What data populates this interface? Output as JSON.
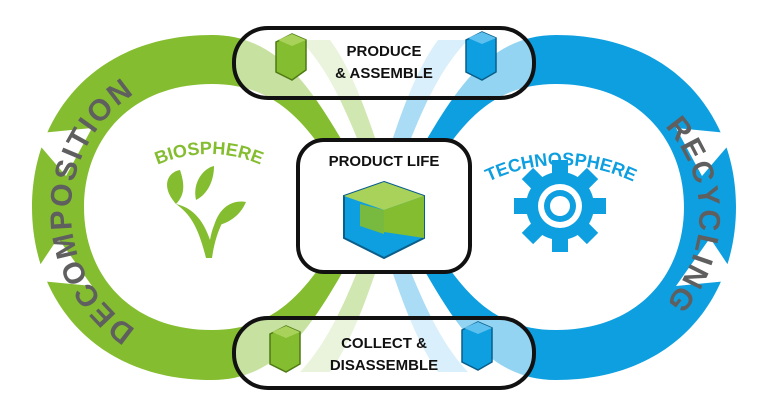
{
  "colors": {
    "green": "#84BD2F",
    "green_light": "#C9E3A4",
    "blue": "#0E9FE0",
    "blue_light": "#9BD6F3",
    "gray": "#5F5F5F",
    "black": "#111111"
  },
  "labels": {
    "decomposition": "DECOMPOSITION",
    "recycling": "RECYCLING",
    "biosphere": "BIOSPHERE",
    "technosphere": "TECHNOSPHERE",
    "top_box_line1": "PRODUCE",
    "top_box_line2": "& ASSEMBLE",
    "center_box": "PRODUCT LIFE",
    "bottom_box_line1": "COLLECT &",
    "bottom_box_line2": "DISASSEMBLE"
  },
  "icons": {
    "biosphere": "sprout-icon",
    "technosphere": "gear-icon",
    "product_green": "green-block-icon",
    "product_blue": "blue-block-icon",
    "product_center": "product-cube-icon"
  }
}
